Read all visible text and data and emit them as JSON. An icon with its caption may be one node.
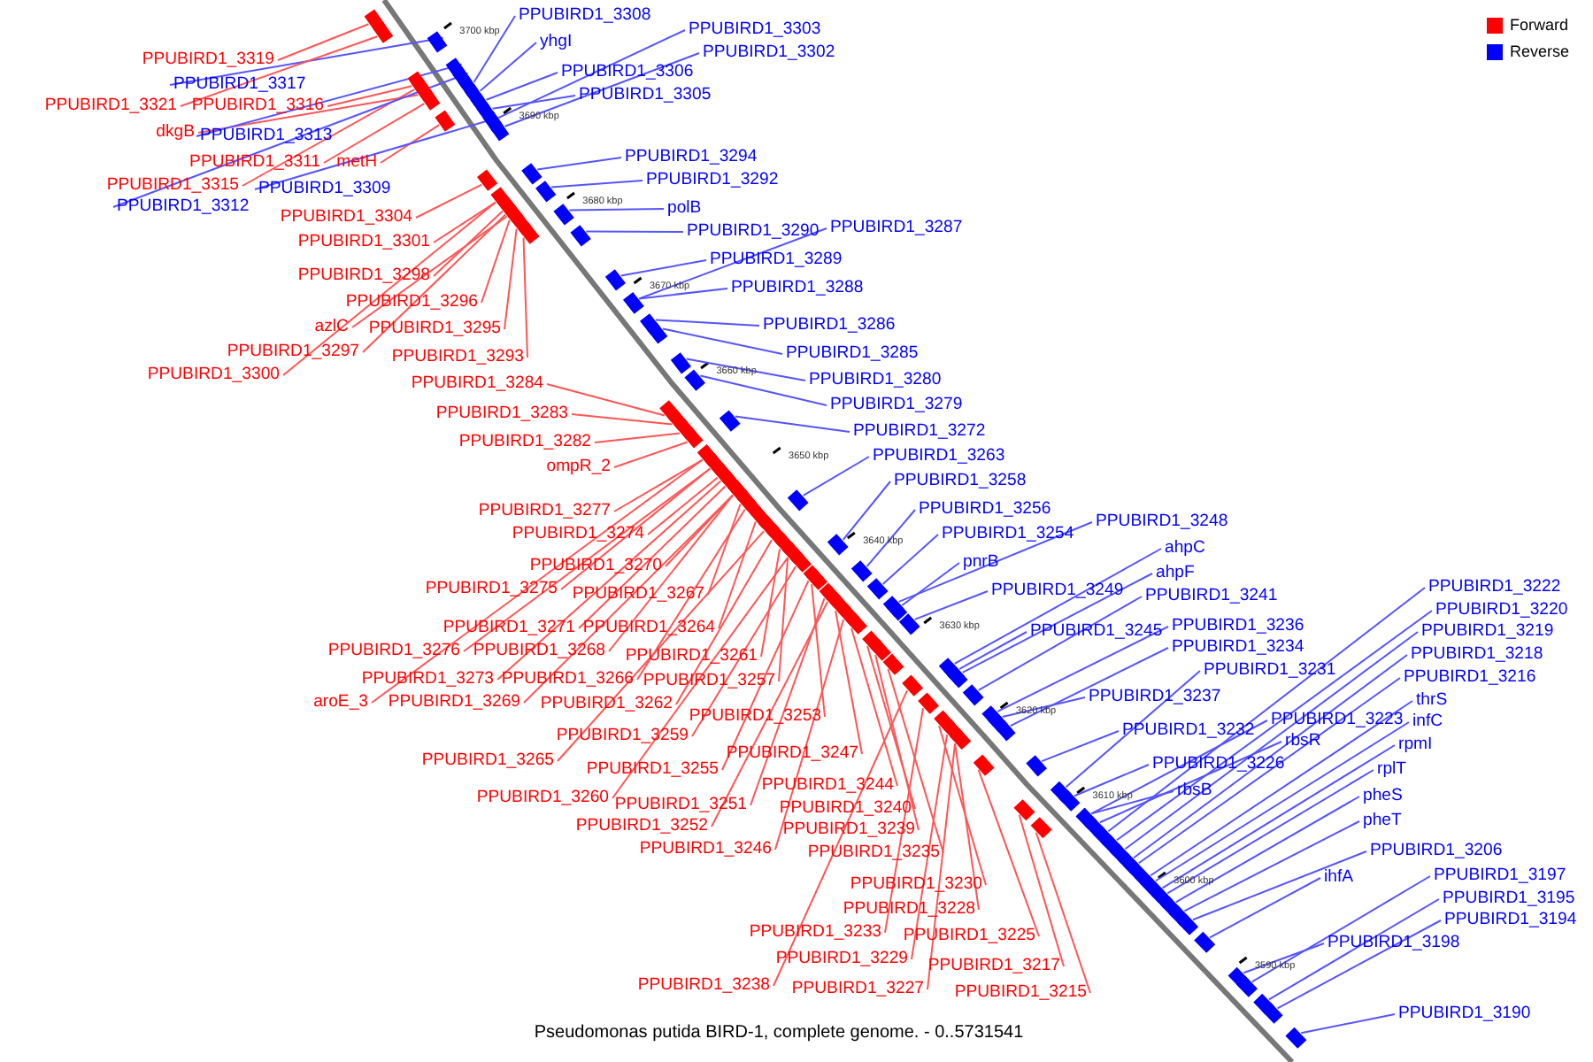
{
  "diagram": {
    "caption": "Pseudomonas putida BIRD-1, complete genome. - 0..5731541",
    "nodes": [
      {
        "text": [
          "PPUBIRD1_3319"
        ]
      },
      {
        "text": [
          "PPUBIRD1_3317"
        ]
      },
      {
        "text": [
          "PPUBIRD1_3321"
        ]
      },
      {
        "text": [
          "PPUBIRD1_3316"
        ]
      },
      {
        "text": [
          "dkgB"
        ]
      },
      {
        "text": [
          "PPUBIRD1_3313"
        ]
      },
      {
        "text": [
          "PPUBIRD1_3311"
        ]
      },
      {
        "text": [
          "metH"
        ]
      },
      {
        "text": [
          "PPUBIRD1_3315"
        ]
      },
      {
        "text": [
          "PPUBIRD1_3309"
        ]
      },
      {
        "text": [
          "PPUBIRD1_3312"
        ]
      },
      {
        "text": [
          "PPUBIRD1_3304"
        ]
      },
      {
        "text": [
          "PPUBIRD1_3301"
        ]
      },
      {
        "text": [
          "PPUBIRD1_3298"
        ]
      },
      {
        "text": [
          "PPUBIRD1_3296"
        ]
      },
      {
        "text": [
          "azlC"
        ]
      },
      {
        "text": [
          "PPUBIRD1_3295"
        ]
      },
      {
        "text": [
          "PPUBIRD1_3297"
        ]
      },
      {
        "text": [
          "PPUBIRD1_3293"
        ]
      },
      {
        "text": [
          "PPUBIRD1_3300"
        ]
      },
      {
        "text": [
          "PPUBIRD1_3308"
        ]
      },
      {
        "text": [
          "yhgI"
        ]
      },
      {
        "text": [
          "PPUBIRD1_3303"
        ]
      },
      {
        "text": [
          "PPUBIRD1_3302"
        ]
      },
      {
        "text": [
          "PPUBIRD1_3306"
        ]
      },
      {
        "text": [
          "PPUBIRD1_3305"
        ]
      },
      {
        "text": [
          "PPUBIRD1_3294"
        ]
      },
      {
        "text": [
          "PPUBIRD1_3292"
        ]
      },
      {
        "text": [
          "polB"
        ]
      },
      {
        "text": [
          "PPUBIRD1_3290"
        ]
      },
      {
        "text": [
          "PPUBIRD1_3287"
        ]
      },
      {
        "text": [
          "PPUBIRD1_3289"
        ]
      },
      {
        "text": [
          "PPUBIRD1_3288"
        ]
      },
      {
        "text": [
          "PPUBIRD1_3286"
        ]
      },
      {
        "text": [
          "PPUBIRD1_3285"
        ]
      },
      {
        "text": [
          "PPUBIRD1_3280"
        ]
      },
      {
        "text": [
          "PPUBIRD1_3279"
        ]
      },
      {
        "text": [
          "PPUBIRD1_3272"
        ]
      },
      {
        "text": [
          "PPUBIRD1_3263"
        ]
      },
      {
        "text": [
          "PPUBIRD1_3258"
        ]
      },
      {
        "text": [
          "PPUBIRD1_3256"
        ]
      },
      {
        "text": [
          "PPUBIRD1_3254"
        ]
      },
      {
        "text": [
          "PPUBIRD1_3248"
        ]
      },
      {
        "text": [
          "pnrB"
        ]
      },
      {
        "text": [
          "ahpC"
        ]
      },
      {
        "text": [
          "ahpF"
        ]
      },
      {
        "text": [
          "PPUBIRD1_3249"
        ]
      },
      {
        "text": [
          "PPUBIRD1_3241"
        ]
      },
      {
        "text": [
          "PPUBIRD1_3245"
        ]
      },
      {
        "text": [
          "PPUBIRD1_3236"
        ]
      },
      {
        "text": [
          "PPUBIRD1_3234"
        ]
      },
      {
        "text": [
          "PPUBIRD1_3231"
        ]
      },
      {
        "text": [
          "PPUBIRD1_3237"
        ]
      },
      {
        "text": [
          "PPUBIRD1_3232"
        ]
      },
      {
        "text": [
          "PPUBIRD1_3223"
        ]
      },
      {
        "text": [
          "PPUBIRD1_3226"
        ]
      },
      {
        "text": [
          "rbsR"
        ]
      },
      {
        "text": [
          "rbsB"
        ]
      },
      {
        "text": [
          "PPUBIRD1_3222"
        ]
      },
      {
        "text": [
          "PPUBIRD1_3220"
        ]
      },
      {
        "text": [
          "PPUBIRD1_3219"
        ]
      },
      {
        "text": [
          "PPUBIRD1_3218"
        ]
      },
      {
        "text": [
          "PPUBIRD1_3216"
        ]
      },
      {
        "text": [
          "thrS"
        ]
      },
      {
        "text": [
          "infC"
        ]
      },
      {
        "text": [
          "rpmI"
        ]
      },
      {
        "text": [
          "rplT"
        ]
      },
      {
        "text": [
          "pheS"
        ]
      },
      {
        "text": [
          "pheT"
        ]
      },
      {
        "text": [
          "PPUBIRD1_3206"
        ]
      },
      {
        "text": [
          "ihfA"
        ]
      },
      {
        "text": [
          "PPUBIRD1_3197"
        ]
      },
      {
        "text": [
          "PPUBIRD1_3195"
        ]
      },
      {
        "text": [
          "PPUBIRD1_3194"
        ]
      },
      {
        "text": [
          "PPUBIRD1_3198"
        ]
      },
      {
        "text": [
          "PPUBIRD1_3190"
        ]
      },
      {
        "text": [
          "PPUBIRD1_3284"
        ]
      },
      {
        "text": [
          "PPUBIRD1_3283"
        ]
      },
      {
        "text": [
          "PPUBIRD1_3282"
        ]
      },
      {
        "text": [
          "ompR_2"
        ]
      },
      {
        "text": [
          "PPUBIRD1_3277"
        ]
      },
      {
        "text": [
          "PPUBIRD1_3274"
        ]
      },
      {
        "text": [
          "PPUBIRD1_3270"
        ]
      },
      {
        "text": [
          "PPUBIRD1_3275"
        ]
      },
      {
        "text": [
          "PPUBIRD1_3267"
        ]
      },
      {
        "text": [
          "PPUBIRD1_3271"
        ]
      },
      {
        "text": [
          "PPUBIRD1_3264"
        ]
      },
      {
        "text": [
          "PPUBIRD1_3276"
        ]
      },
      {
        "text": [
          "PPUBIRD1_3268"
        ]
      },
      {
        "text": [
          "PPUBIRD1_3261"
        ]
      },
      {
        "text": [
          "PPUBIRD1_3273"
        ]
      },
      {
        "text": [
          "PPUBIRD1_3266"
        ]
      },
      {
        "text": [
          "PPUBIRD1_3257"
        ]
      },
      {
        "text": [
          "aroE_3"
        ]
      },
      {
        "text": [
          "PPUBIRD1_3269"
        ]
      },
      {
        "text": [
          "PPUBIRD1_3262"
        ]
      },
      {
        "text": [
          "PPUBIRD1_3253"
        ]
      },
      {
        "text": [
          "PPUBIRD1_3259"
        ]
      },
      {
        "text": [
          "PPUBIRD1_3265"
        ]
      },
      {
        "text": [
          "PPUBIRD1_3255"
        ]
      },
      {
        "text": [
          "PPUBIRD1_3247"
        ]
      },
      {
        "text": [
          "PPUBIRD1_3244"
        ]
      },
      {
        "text": [
          "PPUBIRD1_3260"
        ]
      },
      {
        "text": [
          "PPUBIRD1_3251"
        ]
      },
      {
        "text": [
          "PPUBIRD1_3240"
        ]
      },
      {
        "text": [
          "PPUBIRD1_3239"
        ]
      },
      {
        "text": [
          "PPUBIRD1_3252"
        ]
      },
      {
        "text": [
          "PPUBIRD1_3246"
        ]
      },
      {
        "text": [
          "PPUBIRD1_3235"
        ]
      },
      {
        "text": [
          "PPUBIRD1_3230"
        ]
      },
      {
        "text": [
          "PPUBIRD1_3228"
        ]
      },
      {
        "text": [
          "PPUBIRD1_3233"
        ]
      },
      {
        "text": [
          "PPUBIRD1_3225"
        ]
      },
      {
        "text": [
          "PPUBIRD1_3229"
        ]
      },
      {
        "text": [
          "PPUBIRD1_3217"
        ]
      },
      {
        "text": [
          "PPUBIRD1_3238"
        ]
      },
      {
        "text": [
          "PPUBIRD1_3227"
        ]
      },
      {
        "text": [
          "PPUBIRD1_3215"
        ]
      },
      {
        "text": [],
        "shape": "box"
      },
      {
        "text": [],
        "shape": "box"
      },
      {
        "text": [],
        "shape": "box"
      },
      {
        "text": [],
        "shape": "box"
      },
      {
        "text": [],
        "shape": "box"
      },
      {
        "text": [],
        "shape": "box"
      },
      {
        "text": [],
        "shape": "box"
      },
      {
        "text": [],
        "shape": "box"
      },
      {
        "text": [],
        "shape": "box"
      },
      {
        "text": [],
        "shape": "box"
      },
      {
        "text": [],
        "shape": "box"
      },
      {
        "text": [],
        "shape": "box"
      },
      {
        "text": [],
        "shape": "box"
      },
      {
        "text": [],
        "shape": "box"
      },
      {
        "text": [],
        "shape": "box"
      },
      {
        "text": [],
        "shape": "box"
      },
      {
        "text": [],
        "shape": "box"
      },
      {
        "text": [],
        "shape": "box"
      },
      {
        "text": [],
        "shape": "box"
      },
      {
        "text": [],
        "shape": "box"
      },
      {
        "text": [],
        "shape": "box"
      },
      {
        "text": [],
        "shape": "box"
      },
      {
        "text": [],
        "shape": "box"
      },
      {
        "text": [],
        "shape": "box"
      },
      {
        "text": [],
        "shape": "box"
      },
      {
        "text": [],
        "shape": "box"
      },
      {
        "text": [],
        "shape": "box"
      },
      {
        "text": [],
        "shape": "box"
      },
      {
        "text": [],
        "shape": "box"
      },
      {
        "text": [],
        "shape": "box"
      },
      {
        "text": [],
        "shape": "box"
      },
      {
        "text": [],
        "shape": "box"
      },
      {
        "text": [],
        "shape": "box"
      },
      {
        "text": [],
        "shape": "box"
      },
      {
        "text": [],
        "shape": "box"
      },
      {
        "text": [],
        "shape": "box"
      },
      {
        "text": [],
        "shape": "box"
      },
      {
        "text": [],
        "shape": "box"
      },
      {
        "text": [],
        "shape": "box"
      },
      {
        "text": [],
        "shape": "box"
      },
      {
        "text": [],
        "shape": "box"
      },
      {
        "text": [],
        "shape": "box"
      },
      {
        "text": [],
        "shape": "box"
      },
      {
        "text": [],
        "shape": "box"
      },
      {
        "text": [],
        "shape": "box"
      },
      {
        "text": [],
        "shape": "box"
      },
      {
        "text": [],
        "shape": "box"
      },
      {
        "text": [],
        "shape": "box"
      },
      {
        "text": [],
        "shape": "box"
      },
      {
        "text": [],
        "shape": "box"
      },
      {
        "text": [],
        "shape": "box"
      },
      {
        "text": [],
        "shape": "box"
      },
      {
        "text": [],
        "shape": "box"
      },
      {
        "text": [],
        "shape": "box"
      },
      {
        "text": [],
        "shape": "box"
      },
      {
        "text": [],
        "shape": "box"
      },
      {
        "text": [],
        "shape": "box"
      },
      {
        "text": [],
        "shape": "box"
      },
      {
        "text": [],
        "shape": "box"
      },
      {
        "text": [],
        "shape": "box"
      },
      {
        "text": [],
        "shape": "box"
      },
      {
        "text": [],
        "shape": "box"
      },
      {
        "text": [],
        "shape": "box"
      },
      {
        "text": [],
        "shape": "box"
      },
      {
        "text": [],
        "shape": "box"
      },
      {
        "text": [],
        "shape": "box"
      },
      {
        "text": [],
        "shape": "box"
      },
      {
        "text": [],
        "shape": "box"
      },
      {
        "text": [],
        "shape": "box"
      },
      {
        "text": [],
        "shape": "box"
      },
      {
        "text": [],
        "shape": "box"
      },
      {
        "text": [],
        "shape": "box"
      },
      {
        "text": [],
        "shape": "box"
      },
      {
        "text": [],
        "shape": "box"
      },
      {
        "text": [],
        "shape": "box"
      },
      {
        "text": [],
        "shape": "box"
      },
      {
        "text": [],
        "shape": "box"
      },
      {
        "text": [],
        "shape": "box"
      },
      {
        "text": [],
        "shape": "box"
      },
      {
        "text": [],
        "shape": "box"
      },
      {
        "text": [],
        "shape": "box"
      },
      {
        "text": [],
        "shape": "box"
      },
      {
        "text": [],
        "shape": "box"
      },
      {
        "text": [],
        "shape": "box"
      },
      {
        "text": [],
        "shape": "box"
      },
      {
        "text": [],
        "shape": "box"
      },
      {
        "text": [],
        "shape": "box"
      },
      {
        "text": [],
        "shape": "box"
      },
      {
        "text": [],
        "shape": "box"
      },
      {
        "text": [],
        "shape": "box"
      },
      {
        "text": [],
        "shape": "box"
      },
      {
        "text": [],
        "shape": "box"
      },
      {
        "text": [],
        "shape": "box"
      },
      {
        "text": [],
        "shape": "box"
      },
      {
        "text": [],
        "shape": "box"
      },
      {
        "text": [],
        "shape": "box"
      },
      {
        "text": [],
        "shape": "box"
      },
      {
        "text": [],
        "shape": "box"
      },
      {
        "text": [],
        "shape": "box"
      },
      {
        "text": [],
        "shape": "box"
      },
      {
        "text": [],
        "shape": "box"
      },
      {
        "text": [],
        "shape": "box"
      },
      {
        "text": [],
        "shape": "box"
      },
      {
        "text": [],
        "shape": "box"
      },
      {
        "text": [],
        "shape": "box"
      },
      {
        "text": [],
        "shape": "box"
      },
      {
        "text": [],
        "shape": "box"
      },
      {
        "text": [],
        "shape": "box"
      },
      {
        "text": [],
        "shape": "box"
      },
      {
        "text": [],
        "shape": "box"
      },
      {
        "text": [],
        "shape": "box"
      },
      {
        "text": [],
        "shape": "box"
      },
      {
        "text": [],
        "shape": "box"
      },
      {
        "text": [],
        "shape": "box"
      },
      {
        "text": [],
        "shape": "box"
      },
      {
        "text": [],
        "shape": "box"
      },
      {
        "text": [],
        "shape": "box"
      },
      {
        "text": [],
        "shape": "box"
      }
    ],
    "edges": [
      {
        "from": 0,
        "to": 118,
        "arrow": "none",
        "color": "#ff5555"
      },
      {
        "from": 1,
        "to": 119,
        "arrow": "none",
        "color": "#5555ff"
      },
      {
        "from": 2,
        "to": 120,
        "arrow": "none",
        "color": "#ff5555"
      },
      {
        "from": 3,
        "to": 121,
        "arrow": "none",
        "color": "#ff5555"
      },
      {
        "from": 4,
        "to": 122,
        "arrow": "none",
        "color": "#ff5555"
      },
      {
        "from": 5,
        "to": 123,
        "arrow": "none",
        "color": "#5555ff"
      },
      {
        "from": 6,
        "to": 124,
        "arrow": "none",
        "color": "#ff5555"
      },
      {
        "from": 7,
        "to": 125,
        "arrow": "none",
        "color": "#ff5555"
      },
      {
        "from": 8,
        "to": 126,
        "arrow": "none",
        "color": "#ff5555"
      },
      {
        "from": 9,
        "to": 127,
        "arrow": "none",
        "color": "#5555ff"
      },
      {
        "from": 10,
        "to": 128,
        "arrow": "none",
        "color": "#5555ff"
      },
      {
        "from": 11,
        "to": 129,
        "arrow": "none",
        "color": "#ff5555"
      },
      {
        "from": 12,
        "to": 130,
        "arrow": "none",
        "color": "#ff5555"
      },
      {
        "from": 13,
        "to": 131,
        "arrow": "none",
        "color": "#ff5555"
      },
      {
        "from": 14,
        "to": 132,
        "arrow": "none",
        "color": "#ff5555"
      },
      {
        "from": 15,
        "to": 133,
        "arrow": "none",
        "color": "#ff5555"
      },
      {
        "from": 16,
        "to": 134,
        "arrow": "none",
        "color": "#ff5555"
      },
      {
        "from": 17,
        "to": 135,
        "arrow": "none",
        "color": "#ff5555"
      },
      {
        "from": 18,
        "to": 136,
        "arrow": "none",
        "color": "#ff5555"
      },
      {
        "from": 19,
        "to": 137,
        "arrow": "none",
        "color": "#ff5555"
      },
      {
        "from": 20,
        "to": 138,
        "arrow": "none",
        "color": "#5555ff"
      },
      {
        "from": 21,
        "to": 139,
        "arrow": "none",
        "color": "#5555ff"
      },
      {
        "from": 22,
        "to": 140,
        "arrow": "none",
        "color": "#5555ff"
      },
      {
        "from": 23,
        "to": 141,
        "arrow": "none",
        "color": "#5555ff"
      },
      {
        "from": 24,
        "to": 142,
        "arrow": "none",
        "color": "#5555ff"
      },
      {
        "from": 25,
        "to": 143,
        "arrow": "none",
        "color": "#5555ff"
      },
      {
        "from": 26,
        "to": 144,
        "arrow": "none",
        "color": "#5555ff"
      },
      {
        "from": 27,
        "to": 145,
        "arrow": "none",
        "color": "#5555ff"
      },
      {
        "from": 28,
        "to": 146,
        "arrow": "none",
        "color": "#5555ff"
      },
      {
        "from": 29,
        "to": 147,
        "arrow": "none",
        "color": "#5555ff"
      },
      {
        "from": 30,
        "to": 148,
        "arrow": "none",
        "color": "#5555ff"
      },
      {
        "from": 31,
        "to": 149,
        "arrow": "none",
        "color": "#5555ff"
      },
      {
        "from": 32,
        "to": 150,
        "arrow": "none",
        "color": "#5555ff"
      },
      {
        "from": 33,
        "to": 151,
        "arrow": "none",
        "color": "#5555ff"
      },
      {
        "from": 34,
        "to": 152,
        "arrow": "none",
        "color": "#5555ff"
      },
      {
        "from": 35,
        "to": 153,
        "arrow": "none",
        "color": "#5555ff"
      },
      {
        "from": 36,
        "to": 154,
        "arrow": "none",
        "color": "#5555ff"
      },
      {
        "from": 37,
        "to": 155,
        "arrow": "none",
        "color": "#5555ff"
      },
      {
        "from": 38,
        "to": 156,
        "arrow": "none",
        "color": "#5555ff"
      },
      {
        "from": 39,
        "to": 157,
        "arrow": "none",
        "color": "#5555ff"
      },
      {
        "from": 40,
        "to": 158,
        "arrow": "none",
        "color": "#5555ff"
      },
      {
        "from": 41,
        "to": 159,
        "arrow": "none",
        "color": "#5555ff"
      },
      {
        "from": 42,
        "to": 160,
        "arrow": "none",
        "color": "#5555ff"
      },
      {
        "from": 43,
        "to": 161,
        "arrow": "none",
        "color": "#5555ff"
      },
      {
        "from": 44,
        "to": 162,
        "arrow": "none",
        "color": "#5555ff"
      },
      {
        "from": 45,
        "to": 163,
        "arrow": "none",
        "color": "#5555ff"
      },
      {
        "from": 46,
        "to": 164,
        "arrow": "none",
        "color": "#5555ff"
      },
      {
        "from": 47,
        "to": 165,
        "arrow": "none",
        "color": "#5555ff"
      },
      {
        "from": 48,
        "to": 166,
        "arrow": "none",
        "color": "#5555ff"
      },
      {
        "from": 49,
        "to": 167,
        "arrow": "none",
        "color": "#5555ff"
      },
      {
        "from": 50,
        "to": 168,
        "arrow": "none",
        "color": "#5555ff"
      },
      {
        "from": 51,
        "to": 169,
        "arrow": "none",
        "color": "#5555ff"
      },
      {
        "from": 52,
        "to": 170,
        "arrow": "none",
        "color": "#5555ff"
      },
      {
        "from": 53,
        "to": 171,
        "arrow": "none",
        "color": "#5555ff"
      },
      {
        "from": 54,
        "to": 172,
        "arrow": "none",
        "color": "#5555ff"
      },
      {
        "from": 55,
        "to": 173,
        "arrow": "none",
        "color": "#5555ff"
      },
      {
        "from": 56,
        "to": 174,
        "arrow": "none",
        "color": "#5555ff"
      },
      {
        "from": 57,
        "to": 175,
        "arrow": "none",
        "color": "#5555ff"
      },
      {
        "from": 58,
        "to": 176,
        "arrow": "none",
        "color": "#5555ff"
      },
      {
        "from": 59,
        "to": 177,
        "arrow": "none",
        "color": "#5555ff"
      },
      {
        "from": 60,
        "to": 178,
        "arrow": "none",
        "color": "#5555ff"
      },
      {
        "from": 61,
        "to": 179,
        "arrow": "none",
        "color": "#5555ff"
      },
      {
        "from": 62,
        "to": 180,
        "arrow": "none",
        "color": "#5555ff"
      },
      {
        "from": 63,
        "to": 181,
        "arrow": "none",
        "color": "#5555ff"
      },
      {
        "from": 64,
        "to": 182,
        "arrow": "none",
        "color": "#5555ff"
      },
      {
        "from": 65,
        "to": 183,
        "arrow": "none",
        "color": "#5555ff"
      },
      {
        "from": 66,
        "to": 184,
        "arrow": "none",
        "color": "#5555ff"
      },
      {
        "from": 67,
        "to": 185,
        "arrow": "none",
        "color": "#5555ff"
      },
      {
        "from": 68,
        "to": 186,
        "arrow": "none",
        "color": "#5555ff"
      },
      {
        "from": 69,
        "to": 187,
        "arrow": "none",
        "color": "#5555ff"
      },
      {
        "from": 70,
        "to": 188,
        "arrow": "none",
        "color": "#5555ff"
      },
      {
        "from": 71,
        "to": 189,
        "arrow": "none",
        "color": "#5555ff"
      },
      {
        "from": 72,
        "to": 190,
        "arrow": "none",
        "color": "#5555ff"
      },
      {
        "from": 73,
        "to": 191,
        "arrow": "none",
        "color": "#5555ff"
      },
      {
        "from": 74,
        "to": 192,
        "arrow": "none",
        "color": "#5555ff"
      },
      {
        "from": 75,
        "to": 193,
        "arrow": "none",
        "color": "#5555ff"
      },
      {
        "from": 76,
        "to": 194,
        "arrow": "none",
        "color": "#ff5555"
      },
      {
        "from": 77,
        "to": 195,
        "arrow": "none",
        "color": "#ff5555"
      },
      {
        "from": 78,
        "to": 196,
        "arrow": "none",
        "color": "#ff5555"
      },
      {
        "from": 79,
        "to": 197,
        "arrow": "none",
        "color": "#ff5555"
      },
      {
        "from": 80,
        "to": 198,
        "arrow": "none",
        "color": "#ff5555"
      },
      {
        "from": 81,
        "to": 199,
        "arrow": "none",
        "color": "#ff5555"
      },
      {
        "from": 82,
        "to": 200,
        "arrow": "none",
        "color": "#ff5555"
      },
      {
        "from": 83,
        "to": 201,
        "arrow": "none",
        "color": "#ff5555"
      },
      {
        "from": 84,
        "to": 202,
        "arrow": "none",
        "color": "#ff5555"
      },
      {
        "from": 85,
        "to": 203,
        "arrow": "none",
        "color": "#ff5555"
      },
      {
        "from": 86,
        "to": 204,
        "arrow": "none",
        "color": "#ff5555"
      },
      {
        "from": 87,
        "to": 205,
        "arrow": "none",
        "color": "#ff5555"
      },
      {
        "from": 88,
        "to": 206,
        "arrow": "none",
        "color": "#ff5555"
      },
      {
        "from": 89,
        "to": 207,
        "arrow": "none",
        "color": "#ff5555"
      },
      {
        "from": 90,
        "to": 208,
        "arrow": "none",
        "color": "#ff5555"
      },
      {
        "from": 91,
        "to": 209,
        "arrow": "none",
        "color": "#ff5555"
      },
      {
        "from": 92,
        "to": 210,
        "arrow": "none",
        "color": "#ff5555"
      },
      {
        "from": 93,
        "to": 211,
        "arrow": "none",
        "color": "#ff5555"
      },
      {
        "from": 94,
        "to": 212,
        "arrow": "none",
        "color": "#ff5555"
      },
      {
        "from": 95,
        "to": 213,
        "arrow": "none",
        "color": "#ff5555"
      },
      {
        "from": 96,
        "to": 214,
        "arrow": "none",
        "color": "#ff5555"
      },
      {
        "from": 97,
        "to": 215,
        "arrow": "none",
        "color": "#ff5555"
      },
      {
        "from": 98,
        "to": 216,
        "arrow": "none",
        "color": "#ff5555"
      },
      {
        "from": 99,
        "to": 217,
        "arrow": "none",
        "color": "#ff5555"
      },
      {
        "from": 100,
        "to": 218,
        "arrow": "none",
        "color": "#ff5555"
      },
      {
        "from": 101,
        "to": 219,
        "arrow": "none",
        "color": "#ff5555"
      },
      {
        "from": 102,
        "to": 220,
        "arrow": "none",
        "color": "#ff5555"
      },
      {
        "from": 103,
        "to": 221,
        "arrow": "none",
        "color": "#ff5555"
      },
      {
        "from": 104,
        "to": 222,
        "arrow": "none",
        "color": "#ff5555"
      },
      {
        "from": 105,
        "to": 223,
        "arrow": "none",
        "color": "#ff5555"
      },
      {
        "from": 106,
        "to": 224,
        "arrow": "none",
        "color": "#ff5555"
      },
      {
        "from": 107,
        "to": 225,
        "arrow": "none",
        "color": "#ff5555"
      },
      {
        "from": 108,
        "to": 226,
        "arrow": "none",
        "color": "#ff5555"
      },
      {
        "from": 109,
        "to": 227,
        "arrow": "none",
        "color": "#ff5555"
      },
      {
        "from": 110,
        "to": 228,
        "arrow": "none",
        "color": "#ff5555"
      },
      {
        "from": 111,
        "to": 229,
        "arrow": "none",
        "color": "#ff5555"
      },
      {
        "from": 112,
        "to": 230,
        "arrow": "none",
        "color": "#ff5555"
      },
      {
        "from": 113,
        "to": 231,
        "arrow": "none",
        "color": "#ff5555"
      },
      {
        "from": 114,
        "to": 232,
        "arrow": "none",
        "color": "#ff5555"
      },
      {
        "from": 115,
        "to": 233,
        "arrow": "none",
        "color": "#ff5555"
      },
      {
        "from": 116,
        "to": 234,
        "arrow": "none",
        "color": "#ff5555"
      },
      {
        "from": 117,
        "to": 235,
        "arrow": "none",
        "color": "#ff5555"
      }
    ],
    "labels": [
      "3700 kbp",
      "3690 kbp",
      "3680 kbp",
      "3670 kbp",
      "3660 kbp",
      "3650 kbp",
      "3640 kbp",
      "3630 kbp",
      "3620 kbp",
      "3610 kbp",
      "3600 kbp",
      "3590 kbp"
    ],
    "legend": [
      {
        "text": "Forward",
        "color": "#ff0000"
      },
      {
        "text": "Reverse",
        "color": "#0000ff"
      }
    ]
  }
}
